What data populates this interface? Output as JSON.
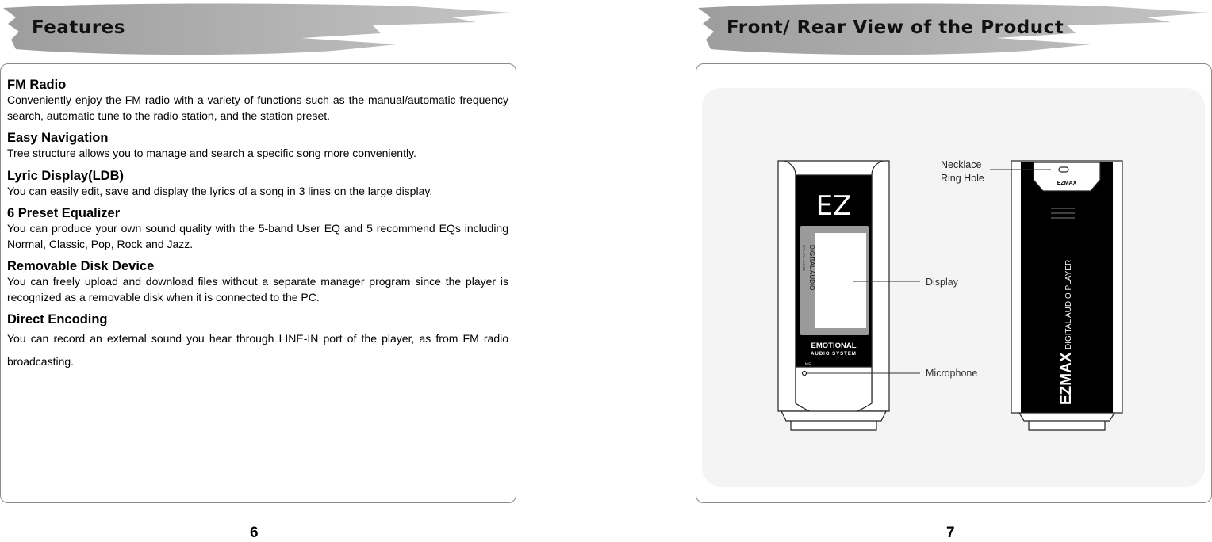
{
  "left_page": {
    "title": "Features",
    "page_number": "6",
    "sections": [
      {
        "heading": "FM Radio",
        "text": "Conveniently enjoy the FM radio with a variety of functions such as the manual/automatic frequency search, automatic tune to the radio station, and the station preset."
      },
      {
        "heading": "Easy Navigation",
        "text": "Tree structure allows you to manage and search a specific song more conveniently."
      },
      {
        "heading": "Lyric Display(LDB)",
        "text": "You can easily edit, save and display the lyrics of a song in 3 lines on the large display."
      },
      {
        "heading": "6 Preset Equalizer",
        "text": "You can produce your own sound quality with the 5-band User EQ and 5 recommend EQs including Normal, Classic, Pop, Rock and Jazz."
      },
      {
        "heading": "Removable Disk Device",
        "text": "You can freely upload and download files without a separate manager program since the player is recognized as a removable disk when it is connected to the PC."
      },
      {
        "heading": "Direct Encoding",
        "text": "You can record an external sound you hear through LINE-IN port of the player, as from FM radio broadcasting."
      }
    ]
  },
  "right_page": {
    "title": "Front/ Rear View of the Product",
    "page_number": "7",
    "callouts": {
      "necklace_1": "Necklace",
      "necklace_2": "Ring Hole",
      "display": "Display",
      "microphone": "Microphone"
    },
    "front_device": {
      "logo": "EZ",
      "side_text_1": "DIGITAL AUDIO",
      "side_text_2": "MP3 / FM / VOICE",
      "brand_line_1": "EMOTIONAL",
      "brand_line_2": "AUDIO SYSTEM",
      "mic_label": "MIC"
    },
    "rear_device": {
      "cap_logo": "EZMAX",
      "brand": "EZMAX",
      "vertical_text": "DIGITAL AUDIO PLAYER"
    }
  },
  "colors": {
    "band": "#a9a9a9",
    "border": "#8a8a8a",
    "device": "#000000",
    "display_bezel": "#9a9a9a"
  }
}
